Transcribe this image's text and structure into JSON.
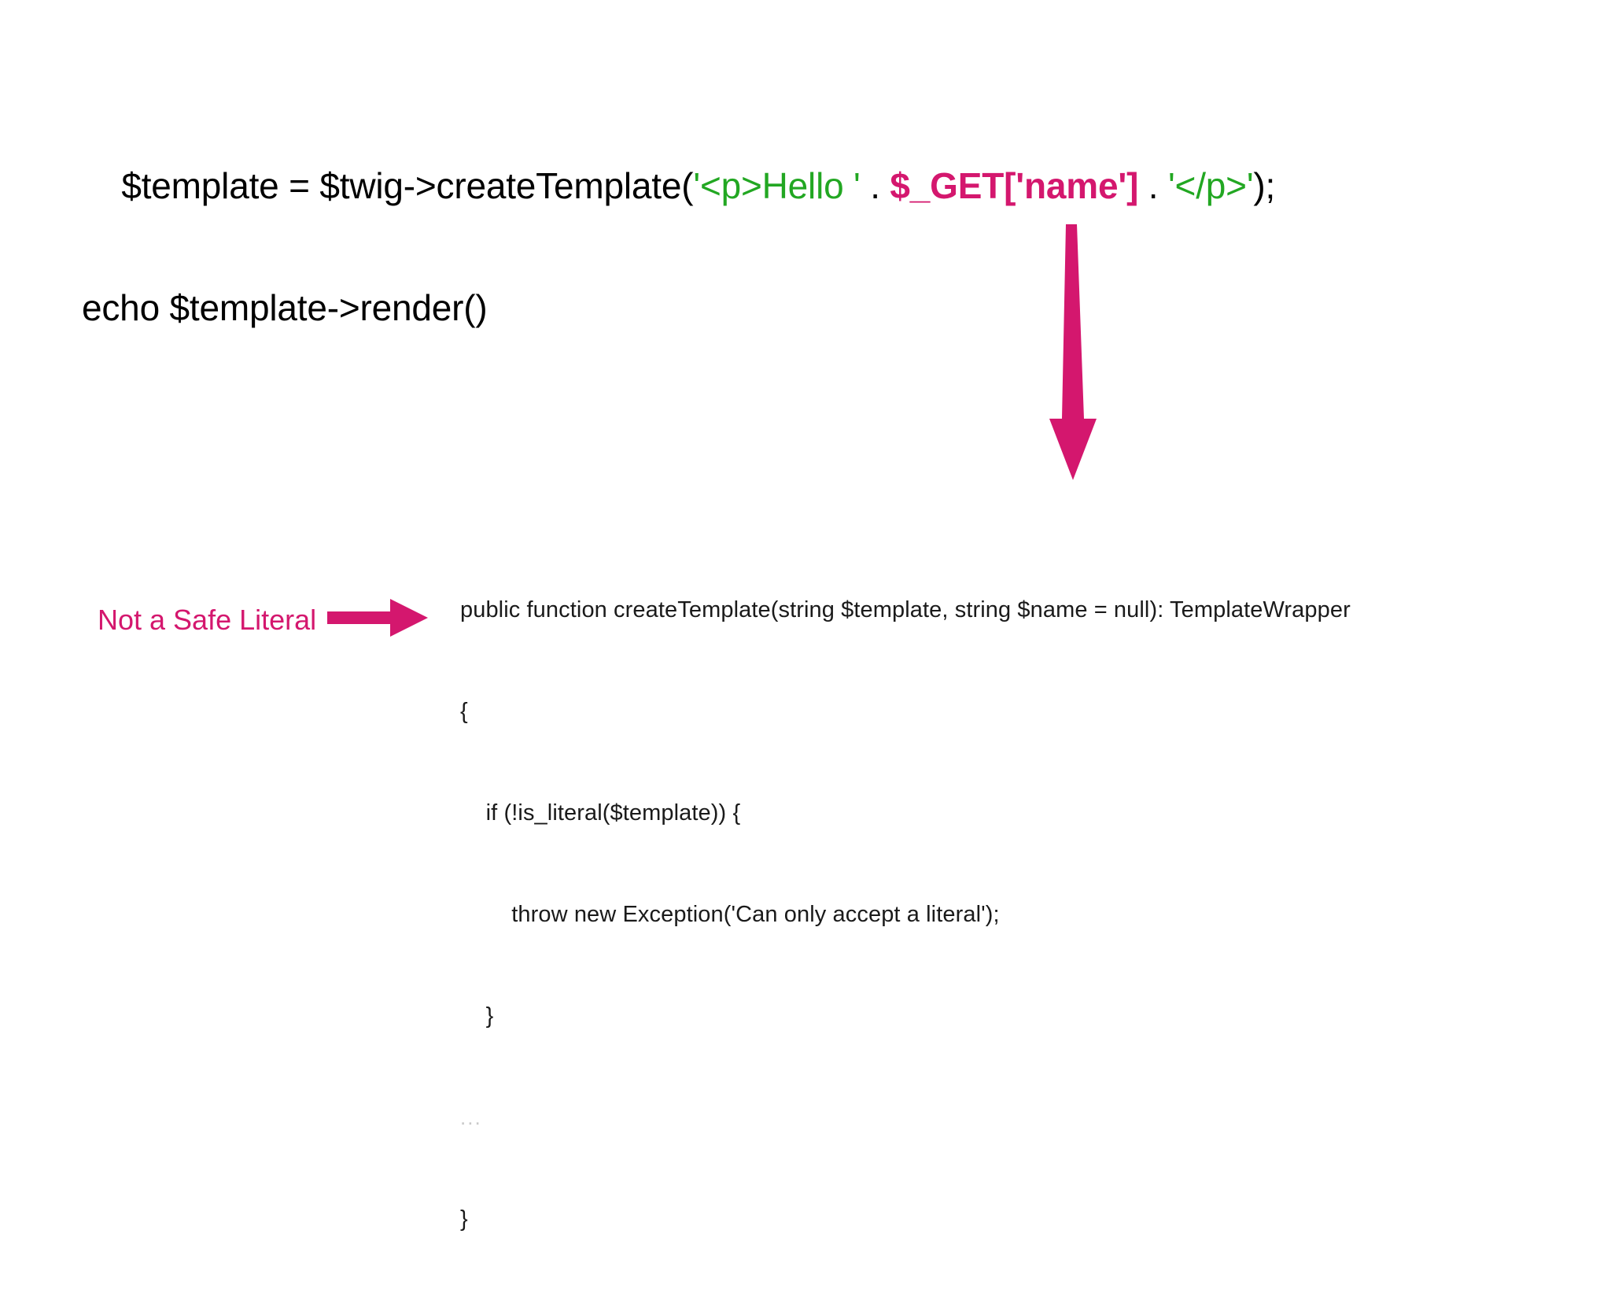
{
  "slide": {
    "background_color": "#ffffff",
    "accent_pink": "#d4176e",
    "string_green": "#22a722",
    "text_black": "#000000",
    "ellipsis_gray": "#c9c9c9"
  },
  "top_code": {
    "line1": {
      "tokens": [
        {
          "text": "$template = $twig->createTemplate(",
          "kind": "plain"
        },
        {
          "text": "'<p>Hello '",
          "kind": "string"
        },
        {
          "text": " . ",
          "kind": "plain"
        },
        {
          "text": "$_GET['name']",
          "kind": "var"
        },
        {
          "text": " . ",
          "kind": "plain"
        },
        {
          "text": "'</p>'",
          "kind": "string"
        },
        {
          "text": ");",
          "kind": "plain"
        }
      ],
      "plain_text": "$template = $twig->createTemplate('<p>Hello ' . $_GET['name'] . '</p>');"
    },
    "line2": {
      "text": "echo $template->render()"
    }
  },
  "method_block": {
    "lines": [
      "public function createTemplate(string $template, string $name = null): TemplateWrapper",
      "{",
      "    if (!is_literal($template)) {",
      "        throw new Exception('Can only accept a literal');",
      "    }",
      "",
      "}"
    ],
    "ellipsis": "..."
  },
  "callout": {
    "label": "Not a Safe Literal",
    "arrow_direction": "right"
  },
  "flow_arrow": {
    "direction": "down",
    "color": "#d4176e"
  }
}
